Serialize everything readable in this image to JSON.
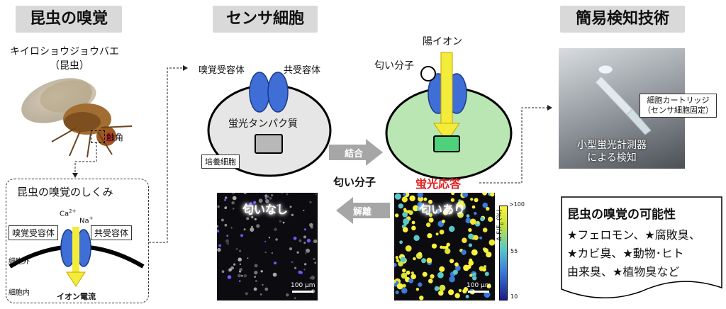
{
  "headers": {
    "insect_olfaction": "昆虫の嗅覚",
    "sensor_cell": "センサ細胞",
    "detection_tech": "簡易検知技術"
  },
  "insect": {
    "name": "キイロショウジョウバエ",
    "category": "（昆虫）",
    "antenna": "触角"
  },
  "mechanism": {
    "title": "昆虫の嗅覚のしくみ",
    "odor_receptor": "嗅覚受容体",
    "co_receptor": "共受容体",
    "ca": "Ca",
    "ca_sup": "2+",
    "na": "Na",
    "na_sup": "+",
    "outside": "細胞外",
    "inside": "細胞内",
    "ion_current": "イオン電流"
  },
  "sensor": {
    "odor_receptor": "嗅覚受容体",
    "co_receptor": "共受容体",
    "fluorescent_protein": "蛍光タンパク質",
    "cultured_cell": "培養細胞"
  },
  "active": {
    "cation": "陽イオン",
    "odor_molecule": "匂い分子",
    "response": "蛍光応答"
  },
  "arrows": {
    "bind": "結合",
    "odor_molecule": "匂い分子",
    "release": "解離"
  },
  "images": {
    "no_odor": "匂いなし",
    "with_odor": "匂いあり",
    "scale": "100 µm",
    "colorbar_max": ">100",
    "colorbar_mid": "55",
    "colorbar_min": "10",
    "colorbar_label": "Δ F/F",
    "colorbar_sub": "0",
    "colorbar_unit": " (%)"
  },
  "device": {
    "cartridge_line1": "細胞カートリッジ",
    "cartridge_line2": "（センサ細胞固定）",
    "meter_line1": "小型蛍光計測器",
    "meter_line2": "による検知"
  },
  "potential": {
    "title": "昆虫の嗅覚の可能性",
    "line1": "★フェロモン、★腐敗臭、",
    "line2": "★カビ臭、★動物･ヒト",
    "line3": "由来臭、★植物臭など"
  },
  "colors": {
    "receptor": "#3f6fd6",
    "receptor_dark": "#1a3a8a",
    "cell_gray": "#e6e6e6",
    "cell_green": "#b9e6b3",
    "protein_gray": "#b8b8b8",
    "protein_green": "#4fd07a",
    "ion_arrow": "#f3ec3a",
    "ion_text": "#e02020",
    "response_text": "#e02020",
    "arrow_gray": "#a6a6a6"
  }
}
